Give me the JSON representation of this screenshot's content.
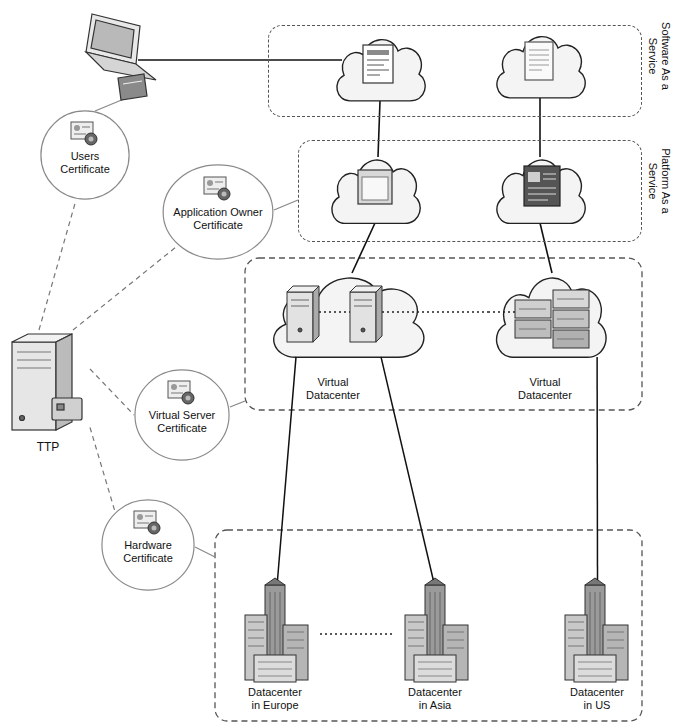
{
  "diagram": {
    "nodes": [
      {
        "text": [
          "Software As a Service"
        ]
      },
      {
        "text": [
          "Users Certificate"
        ]
      },
      {
        "text": [
          "Platform As a Service"
        ]
      },
      {
        "text": [
          "Application Owner Certificate"
        ]
      },
      {
        "text": [
          "TTP"
        ]
      },
      {
        "text": [
          "Virtual Server Certificate"
        ]
      },
      {
        "text": [
          "Virtual Datacenter"
        ]
      },
      {
        "text": [
          "Virtual Datacenter"
        ]
      },
      {
        "text": [
          "Hardware Certificate"
        ]
      },
      {
        "text": [
          "Datacenter in Europe"
        ]
      },
      {
        "text": [
          "Datacenter in Asia"
        ]
      },
      {
        "text": [
          "Datacenter in US"
        ]
      }
    ],
    "edges": [
      {
        "from": 4,
        "to": 1,
        "arrow": "none"
      },
      {
        "from": 4,
        "to": 3,
        "arrow": "none"
      },
      {
        "from": 4,
        "to": 5,
        "arrow": "none"
      },
      {
        "from": 4,
        "to": 8,
        "arrow": "none"
      },
      {
        "from": 6,
        "to": 7,
        "arrow": "none"
      },
      {
        "from": 6,
        "to": 9,
        "arrow": "none"
      },
      {
        "from": 6,
        "to": 10,
        "arrow": "none"
      },
      {
        "from": 7,
        "to": 11,
        "arrow": "none"
      },
      {
        "from": 9,
        "to": 10,
        "arrow": "none"
      }
    ]
  }
}
